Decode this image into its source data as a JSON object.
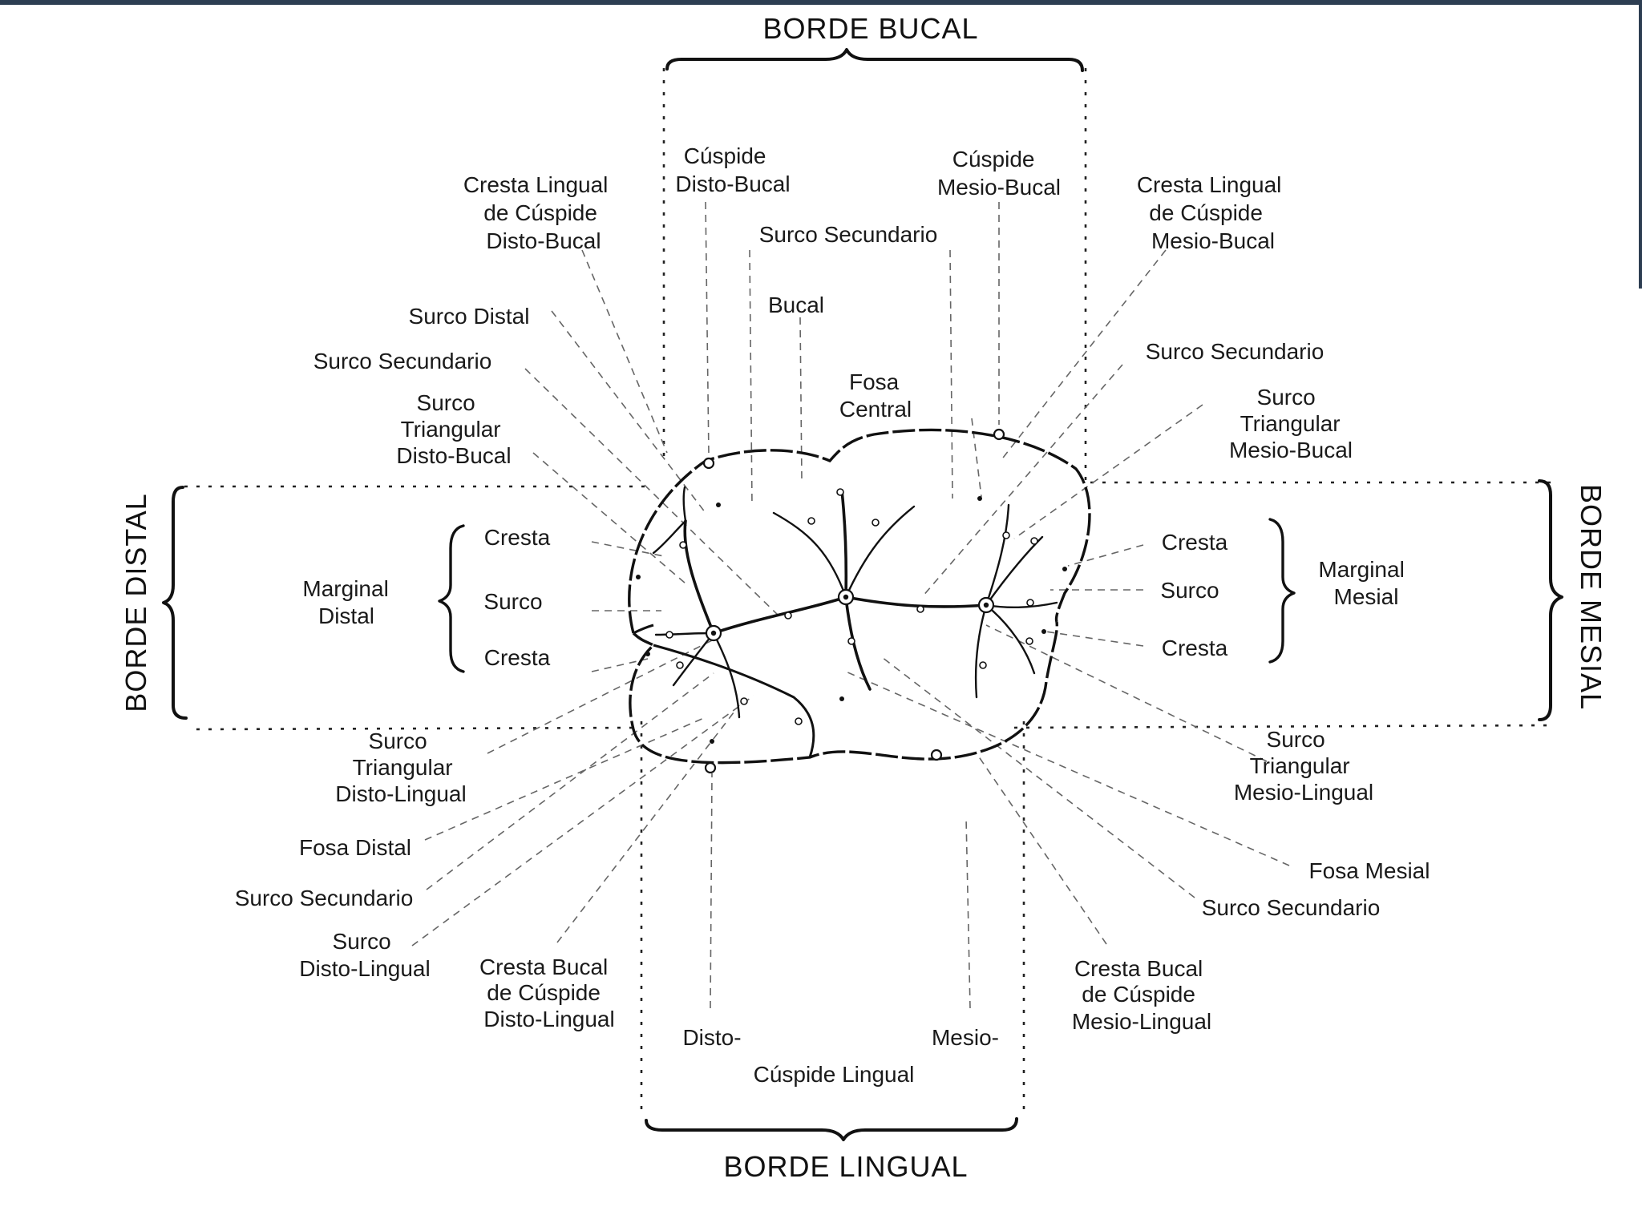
{
  "borders": {
    "buccal": "BORDE BUCAL",
    "lingual": "BORDE LINGUAL",
    "distal": "BORDE DISTAL",
    "mesial": "BORDE MESIAL"
  },
  "labels": {
    "cusp_disto_buccal": [
      "Cúspide",
      "Disto-Bucal"
    ],
    "cusp_mesio_buccal": [
      "Cúspide",
      "Mesio-Bucal"
    ],
    "lingual_ridge_db": [
      "Cresta Lingual",
      "de Cúspide",
      "Disto-Bucal"
    ],
    "lingual_ridge_mb": [
      "Cresta Lingual",
      "de Cúspide",
      "Mesio-Bucal"
    ],
    "secondary_groove_top": "Surco Secundario",
    "buccal_groove": "Bucal",
    "central_fossa": [
      "Fosa",
      "Central"
    ],
    "distal_groove": "Surco Distal",
    "secondary_groove_left": "Surco Secundario",
    "triangular_db": [
      "Surco",
      "Triangular",
      "Disto-Bucal"
    ],
    "secondary_groove_right": "Surco Secundario",
    "triangular_mb": [
      "Surco",
      "Triangular",
      "Mesio-Bucal"
    ],
    "marginal_distal": [
      "Marginal",
      "Distal"
    ],
    "marginal_distal_parts": [
      "Cresta",
      "Surco",
      "Cresta"
    ],
    "marginal_mesial": [
      "Marginal",
      "Mesial"
    ],
    "marginal_mesial_parts": [
      "Cresta",
      "Surco",
      "Cresta"
    ],
    "triangular_dl": [
      "Surco",
      "Triangular",
      "Disto-Lingual"
    ],
    "distal_fossa": "Fosa Distal",
    "secondary_groove_bl": "Surco Secundario",
    "disto_lingual_groove": [
      "Surco",
      "Disto-Lingual"
    ],
    "buccal_ridge_dl": [
      "Cresta Bucal",
      "de Cúspide",
      "Disto-Lingual"
    ],
    "triangular_ml": [
      "Surco",
      "Triangular",
      "Mesio-Lingual"
    ],
    "mesial_fossa": "Fosa Mesial",
    "secondary_groove_br": "Surco Secundario",
    "buccal_ridge_ml": [
      "Cresta Bucal",
      "de Cúspide",
      "Mesio-Lingual"
    ],
    "lingual_cusp_disto": "Disto-",
    "lingual_cusp_mesio": "Mesio-",
    "lingual_cusp": "Cúspide Lingual"
  },
  "colors": {
    "ink": "#111111",
    "frame": "#2d3e52",
    "background": "#ffffff"
  }
}
